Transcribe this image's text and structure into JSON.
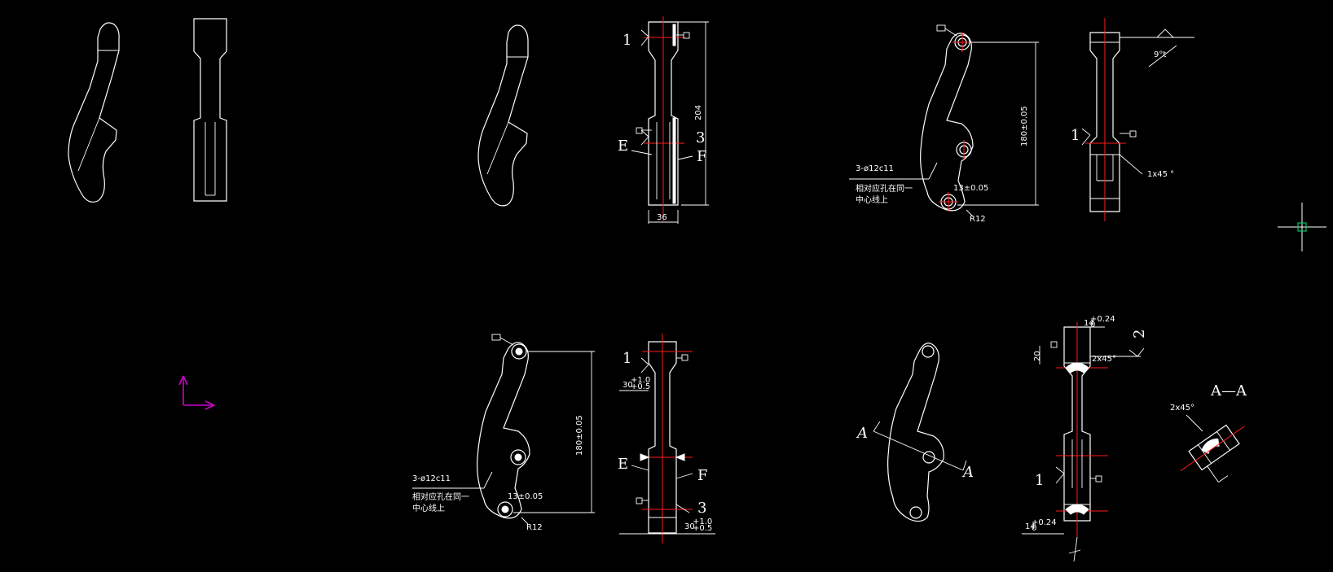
{
  "canvas": {
    "background": "#000000",
    "line_color": "#ffffff",
    "center_line_color": "#ff1a1a",
    "ucs_color": "#cc00cc",
    "crosshair_color": "#ffffff",
    "pickbox_color": "#00cc66"
  },
  "icons": {
    "ucs": "ucs-axis-icon",
    "crosshair": "crosshair-cursor-icon"
  },
  "view2": {
    "dim_204": "204",
    "dim_36": "36",
    "label_1": "1",
    "label_3": "3",
    "label_E": "E",
    "label_F": "F"
  },
  "view3": {
    "dim_180": "180±0.05",
    "hole_note": "3-ø12c11",
    "note_line1": "相对应孔在同一",
    "note_line2": "中心线上",
    "dim_13": "13±0.05",
    "radius": "R12",
    "label_1": "1",
    "chamfer": "1x45 °",
    "angle": "9°t"
  },
  "view4": {
    "dim_180": "180±0.05",
    "hole_note": "3-ø12c11",
    "note_line1": "相对应孔在同一",
    "note_line2": "中心线上",
    "dim_13": "13±0.05",
    "radius": "R12",
    "label_1": "1",
    "label_3": "3",
    "label_E": "E",
    "label_F": "F",
    "tol_top": "30+1.0\n+0.5",
    "tol_top_main": "30",
    "tol_top_sup": "+1.0",
    "tol_top_sub": "+0.5",
    "tol_bot_main": "30",
    "tol_bot_sup": "+1.0",
    "tol_bot_sub": "+0.5"
  },
  "view5": {
    "section_A_left": "A",
    "section_A_right": "A",
    "label_1": "1",
    "label_2": "2",
    "dim_20": "20",
    "chamfer": "2x45°",
    "tol_top_main": "14",
    "tol_top_sup": "+0.24",
    "tol_top_sub": "0",
    "tol_bot_main": "14",
    "tol_bot_sup": "+0.24",
    "tol_bot_sub": "0"
  },
  "section": {
    "title": "A—A",
    "chamfer": "2x45°"
  }
}
